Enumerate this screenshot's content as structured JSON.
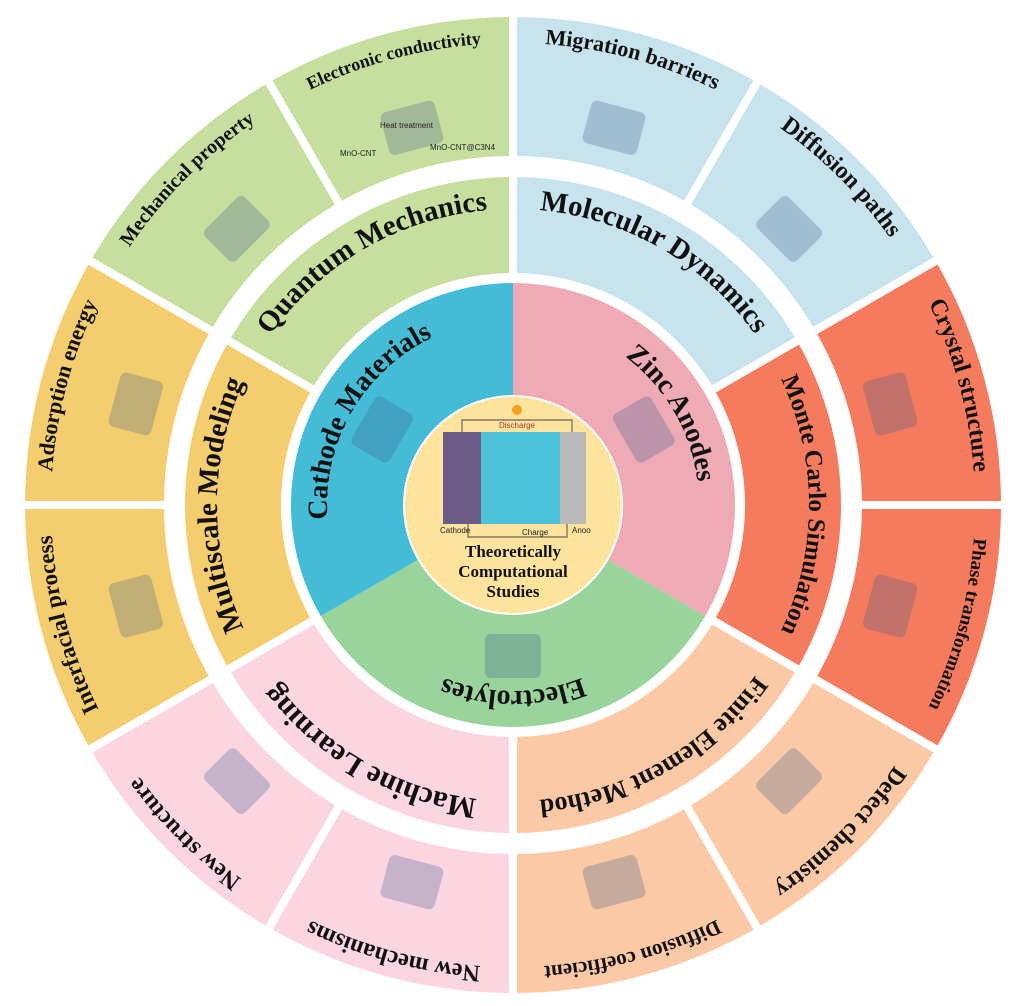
{
  "title_lines": [
    "Theoretically",
    "Computational",
    "Studies"
  ],
  "center_figure": {
    "discharge": "Discharge",
    "charge": "Charge",
    "cathode": "Cathode",
    "anode": "Anoo"
  },
  "colors": {
    "blue": "#c7e3ee",
    "coral": "#f47b5d",
    "peach": "#fcc9a6",
    "pink": "#fbd6e1",
    "yellow": "#f4cd6e",
    "green": "#c6df9f",
    "inner_pink": "#eeabb6",
    "inner_green": "#98d49c",
    "inner_cyan": "#45bcd6",
    "center": "#fde39b"
  },
  "outer_ring": [
    {
      "label": "Migration barriers",
      "color": "blue"
    },
    {
      "label": "Diffusion paths",
      "color": "blue"
    },
    {
      "label": "Crystal structure",
      "color": "coral"
    },
    {
      "label": "Phase transformation",
      "color": "coral"
    },
    {
      "label": "Defect chemistry",
      "color": "peach"
    },
    {
      "label": "Diffusion coefficient",
      "color": "peach"
    },
    {
      "label": "New mechanisms",
      "color": "pink"
    },
    {
      "label": "New structure",
      "color": "pink"
    },
    {
      "label": "Interfacial process",
      "color": "yellow"
    },
    {
      "label": "Adsorption energy",
      "color": "yellow"
    },
    {
      "label": "Mechanical property",
      "color": "green"
    },
    {
      "label": "Electronic conductivity",
      "color": "green"
    }
  ],
  "middle_ring": [
    {
      "label": "Molecular Dynamics",
      "color": "blue"
    },
    {
      "label": "Monte Carlo Simulation",
      "color": "coral"
    },
    {
      "label": "Finite Element Method",
      "color": "peach"
    },
    {
      "label": "Machine Learning",
      "color": "pink"
    },
    {
      "label": "Multiscale Modeling",
      "color": "yellow"
    },
    {
      "label": "Quantum Mechanics",
      "color": "green"
    }
  ],
  "inner_ring": [
    {
      "label": "Zinc Anodes",
      "color": "inner_pink"
    },
    {
      "label": "Electrolytes",
      "color": "inner_green"
    },
    {
      "label": "Cathode Materials",
      "color": "inner_cyan"
    }
  ],
  "figure_captions": {
    "mno_cnt": "MnO-CNT",
    "mno_cnt_c3n4": "MnO-CNT@C3N4",
    "heat_treatment": "Heat treatment"
  }
}
